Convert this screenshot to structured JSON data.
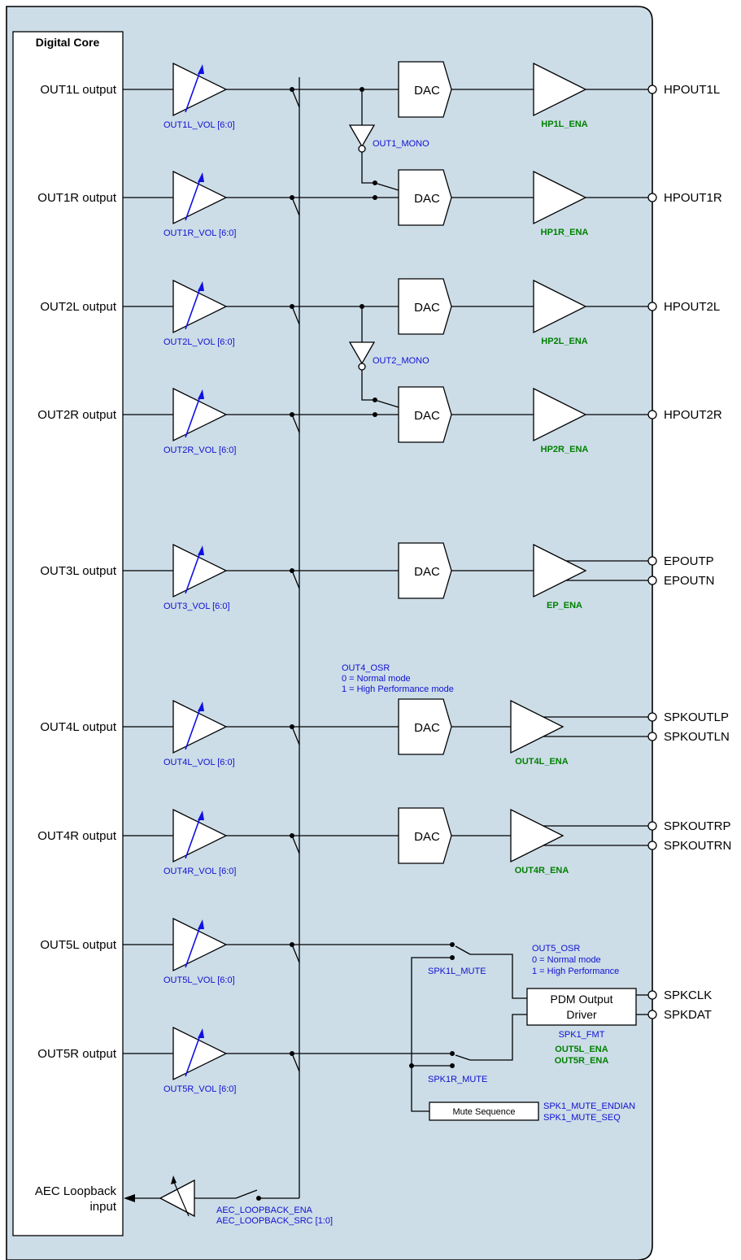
{
  "core_title": "Digital Core",
  "channels": [
    {
      "input": "OUT1L output",
      "vol": "OUT1L_VOL [6:0]",
      "output": "HPOUT1L",
      "ena": "HP1L_ENA"
    },
    {
      "input": "OUT1R output",
      "vol": "OUT1R_VOL [6:0]",
      "output": "HPOUT1R",
      "ena": "HP1R_ENA"
    },
    {
      "input": "OUT2L output",
      "vol": "OUT2L_VOL [6:0]",
      "output": "HPOUT2L",
      "ena": "HP2L_ENA"
    },
    {
      "input": "OUT2R output",
      "vol": "OUT2R_VOL [6:0]",
      "output": "HPOUT2R",
      "ena": "HP2R_ENA"
    },
    {
      "input": "OUT3L output",
      "vol": "OUT3_VOL [6:0]",
      "outputs": [
        "EPOUTP",
        "EPOUTN"
      ],
      "ena": "EP_ENA"
    },
    {
      "input": "OUT4L output",
      "vol": "OUT4L_VOL [6:0]",
      "outputs": [
        "SPKOUTLP",
        "SPKOUTLN"
      ],
      "ena": "OUT4L_ENA"
    },
    {
      "input": "OUT4R output",
      "vol": "OUT4R_VOL [6:0]",
      "outputs": [
        "SPKOUTRP",
        "SPKOUTRN"
      ],
      "ena": "OUT4R_ENA"
    },
    {
      "input": "OUT5L output",
      "vol": "OUT5L_VOL [6:0]"
    },
    {
      "input": "OUT5R output",
      "vol": "OUT5R_VOL [6:0]"
    }
  ],
  "dac_label": "DAC",
  "mono": [
    "OUT1_MONO",
    "OUT2_MONO"
  ],
  "out4_osr": [
    "OUT4_OSR",
    "0 = Normal mode",
    "1 = High Performance mode"
  ],
  "out5_osr": [
    "OUT5_OSR",
    "0 = Normal mode",
    "1 = High Performance"
  ],
  "pdm": {
    "title_lines": [
      "PDM Output",
      "Driver"
    ],
    "fmt": "SPK1_FMT",
    "ena": [
      "OUT5L_ENA",
      "OUT5R_ENA"
    ],
    "outputs": [
      "SPKCLK",
      "SPKDAT"
    ]
  },
  "mute": {
    "left": "SPK1L_MUTE",
    "right": "SPK1R_MUTE",
    "sequence": "Mute Sequence",
    "sequence_regs": [
      "SPK1_MUTE_ENDIAN",
      "SPK1_MUTE_SEQ"
    ]
  },
  "aec": {
    "input_lines": [
      "AEC Loopback",
      "input"
    ],
    "regs": [
      "AEC_LOOPBACK_ENA",
      "AEC_LOOPBACK_SRC [1:0]"
    ]
  },
  "colors": {
    "background": "#ccdde8",
    "register": "#1010d0",
    "enable": "#008000"
  }
}
